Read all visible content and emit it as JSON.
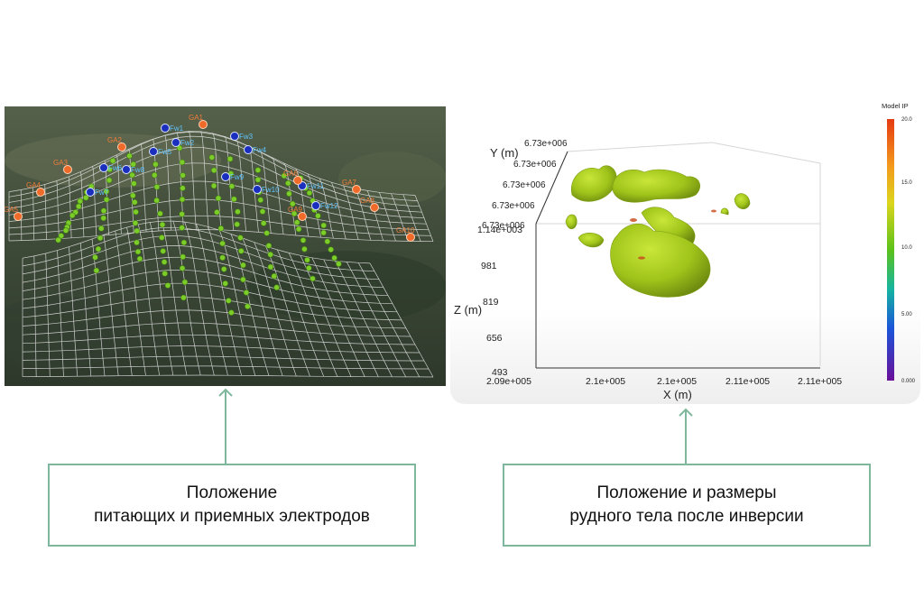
{
  "left_panel": {
    "labels_blue": [
      "Fw1",
      "Fw2",
      "Fw3",
      "Fw4",
      "Fw5",
      "Fw6",
      "Fw7",
      "Fw8",
      "Fw9",
      "Fw10",
      "Fw11",
      "Fw12"
    ],
    "labels_orange": [
      "GA1",
      "GA2",
      "GA3",
      "GA4",
      "GA5",
      "GA6",
      "GA7",
      "GA8",
      "GA9",
      "GA10"
    ]
  },
  "right_panel": {
    "y_axis_label": "Y (m)",
    "y_ticks": [
      "6.73e+006",
      "6.73e+006",
      "6.73e+006",
      "6.73e+006",
      "6.73e+006"
    ],
    "z_axis_label": "Z (m)",
    "z_ticks": [
      "1.14e+003",
      "981",
      "819",
      "656",
      "493"
    ],
    "x_axis_label": "X (m)",
    "x_ticks": [
      "2.09e+005",
      "2.1e+005",
      "2.1e+005",
      "2.11e+005",
      "2.11e+005"
    ],
    "colorbar": {
      "title": "Model IP",
      "ticks": [
        "20.0",
        "15.0",
        "10.0",
        "5.00",
        "0.000"
      ]
    }
  },
  "captions": {
    "left": {
      "line1": "Положение",
      "line2": "питающих и приемных электродов"
    },
    "right": {
      "line1": "Положение и размеры",
      "line2": "рудного тела после инверсии"
    }
  },
  "colors": {
    "accent": "#7fb79c",
    "orebody": "#a6cc1a"
  }
}
